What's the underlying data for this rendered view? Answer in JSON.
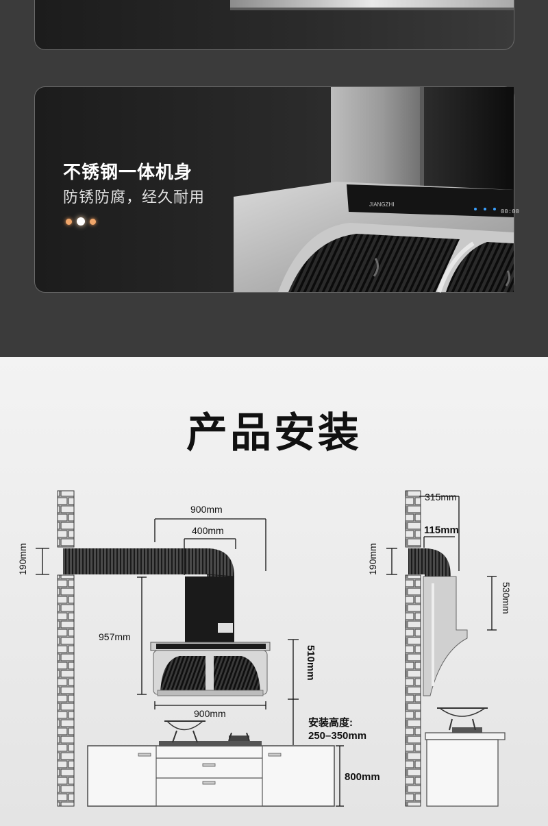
{
  "feature": {
    "title": "不锈钢一体机身",
    "subtitle": "防锈防腐，经久耐用",
    "brand_label": "JIANGZHI",
    "display_digits": "00:00"
  },
  "install": {
    "title": "产品安装",
    "dims": {
      "duct_width": "900mm",
      "inner_width": "400mm",
      "duct_height_left": "190mm",
      "hood_height": "957mm",
      "head_height": "510mm",
      "hood_width": "900mm",
      "install_height_label": "安装高度:",
      "install_height_value": "250–350mm",
      "counter_height": "800mm",
      "side_top": "315mm",
      "side_offset": "115mm",
      "duct_height_right": "190mm",
      "side_height": "530mm"
    }
  }
}
